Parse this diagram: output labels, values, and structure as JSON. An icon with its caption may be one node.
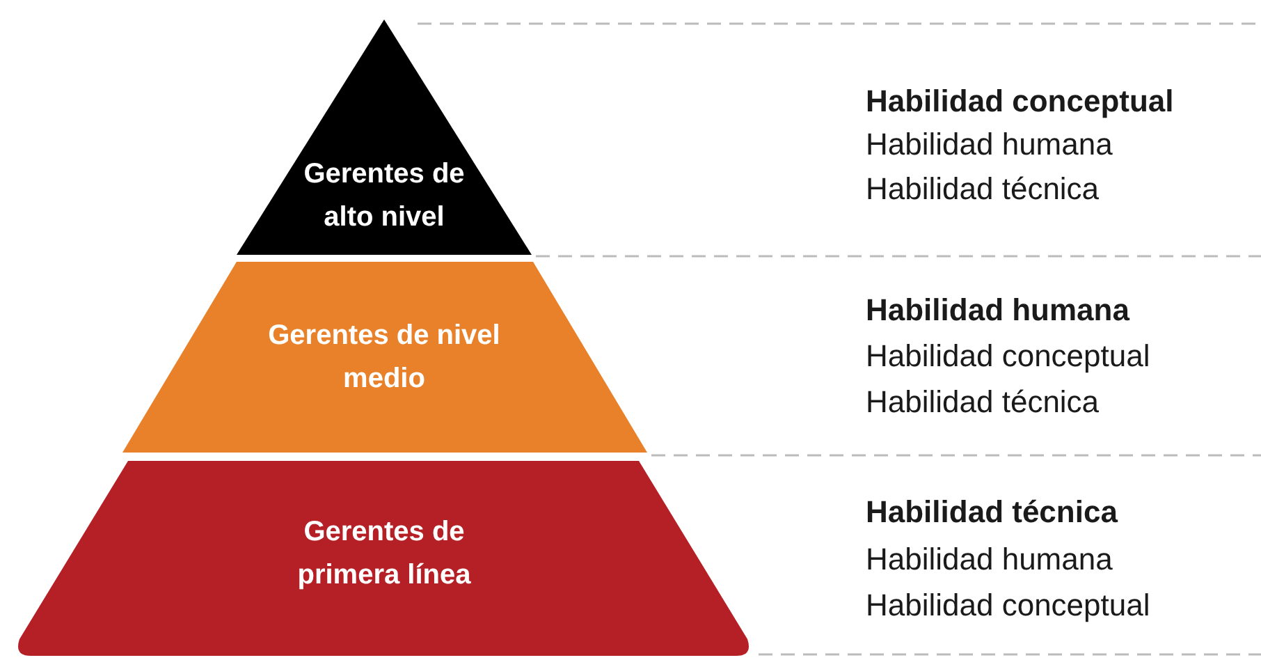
{
  "diagram": {
    "nodes": [
      {
        "text": [
          "Gerentes de alto nivel"
        ],
        "beside": [
          "Habilidad conceptual",
          "Habilidad humana",
          "Habilidad técnica"
        ]
      },
      {
        "text": [
          "Gerentes de nivel medio"
        ],
        "beside": [
          "Habilidad humana",
          "Habilidad conceptual",
          "Habilidad técnica"
        ]
      },
      {
        "text": [
          "Gerentes de primera línea"
        ],
        "beside": [
          "Habilidad técnica",
          "Habilidad humana",
          "Habilidad conceptual"
        ]
      }
    ]
  }
}
